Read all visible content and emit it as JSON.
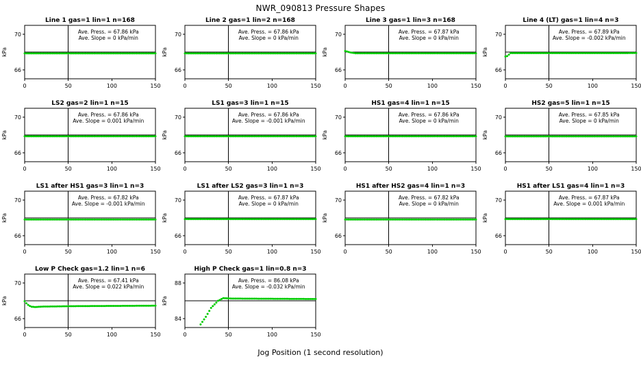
{
  "page": {
    "title": "NWR_090813  Pressure Shapes",
    "xlabel": "Jog Position (1 second resolution)"
  },
  "colors": {
    "data_points": "#00CC00",
    "axis": "#000000",
    "reference_lines": "#000000",
    "background": "#FFFFFF"
  },
  "chart_data": [
    {
      "type": "scatter",
      "title": "Line 1 gas=1 lin=1 n=168",
      "ave_press": "Ave. Press. = 67.86 kPa",
      "ave_slope": "Ave. Slope = 0  kPa/min",
      "ylabel": "kPa",
      "xlim": [
        0,
        150
      ],
      "ylim": [
        65,
        71
      ],
      "xticks": [
        0,
        50,
        100,
        150
      ],
      "yticks": [
        66,
        70
      ],
      "ref_hline": 68,
      "ref_vline": 50,
      "anchors": [
        [
          0,
          67.86
        ],
        [
          150,
          67.86
        ]
      ]
    },
    {
      "type": "scatter",
      "title": "Line 2 gas=1 lin=2 n=168",
      "ave_press": "Ave. Press. = 67.86 kPa",
      "ave_slope": "Ave. Slope = 0  kPa/min",
      "ylabel": "kPa",
      "xlim": [
        0,
        150
      ],
      "ylim": [
        65,
        71
      ],
      "xticks": [
        0,
        50,
        100,
        150
      ],
      "yticks": [
        66,
        70
      ],
      "ref_hline": 68,
      "ref_vline": 50,
      "anchors": [
        [
          0,
          67.86
        ],
        [
          150,
          67.86
        ]
      ]
    },
    {
      "type": "scatter",
      "title": "Line 3 gas=1 lin=3 n=168",
      "ave_press": "Ave. Press. = 67.87 kPa",
      "ave_slope": "Ave. Slope = 0  kPa/min",
      "ylabel": "kPa",
      "xlim": [
        0,
        150
      ],
      "ylim": [
        65,
        71
      ],
      "xticks": [
        0,
        50,
        100,
        150
      ],
      "yticks": [
        66,
        70
      ],
      "ref_hline": 68,
      "ref_vline": 50,
      "anchors": [
        [
          0,
          68.12
        ],
        [
          6,
          67.95
        ],
        [
          12,
          67.87
        ],
        [
          150,
          67.87
        ]
      ]
    },
    {
      "type": "scatter",
      "title": "Line 4 (LT) gas=1 lin=4 n=3",
      "ave_press": "Ave. Press. = 67.89 kPa",
      "ave_slope": "Ave. Slope = -0.002  kPa/min",
      "ylabel": "kPa",
      "xlim": [
        0,
        150
      ],
      "ylim": [
        65,
        71
      ],
      "xticks": [
        0,
        50,
        100,
        150
      ],
      "yticks": [
        66,
        70
      ],
      "ref_hline": 68,
      "ref_vline": 50,
      "anchors": [
        [
          0,
          67.5
        ],
        [
          2,
          67.55
        ],
        [
          6,
          67.88
        ],
        [
          150,
          67.89
        ]
      ]
    },
    {
      "type": "scatter",
      "title": "LS2 gas=2 lin=1 n=15",
      "ave_press": "Ave. Press. = 67.86 kPa",
      "ave_slope": "Ave. Slope = 0.001 kPa/min",
      "ylabel": "kPa",
      "xlim": [
        0,
        150
      ],
      "ylim": [
        65,
        71
      ],
      "xticks": [
        0,
        50,
        100,
        150
      ],
      "yticks": [
        66,
        70
      ],
      "ref_hline": 68,
      "ref_vline": 50,
      "anchors": [
        [
          0,
          67.86
        ],
        [
          150,
          67.86
        ]
      ]
    },
    {
      "type": "scatter",
      "title": "LS1 gas=3 lin=1 n=15",
      "ave_press": "Ave. Press. = 67.86 kPa",
      "ave_slope": "Ave. Slope = -0.001 kPa/min",
      "ylabel": "kPa",
      "xlim": [
        0,
        150
      ],
      "ylim": [
        65,
        71
      ],
      "xticks": [
        0,
        50,
        100,
        150
      ],
      "yticks": [
        66,
        70
      ],
      "ref_hline": 68,
      "ref_vline": 50,
      "anchors": [
        [
          0,
          67.86
        ],
        [
          150,
          67.86
        ]
      ]
    },
    {
      "type": "scatter",
      "title": "HS1 gas=4 lin=1 n=15",
      "ave_press": "Ave. Press. = 67.86 kPa",
      "ave_slope": "Ave. Slope = 0  kPa/min",
      "ylabel": "kPa",
      "xlim": [
        0,
        150
      ],
      "ylim": [
        65,
        71
      ],
      "xticks": [
        0,
        50,
        100,
        150
      ],
      "yticks": [
        66,
        70
      ],
      "ref_hline": 68,
      "ref_vline": 50,
      "anchors": [
        [
          0,
          67.86
        ],
        [
          150,
          67.86
        ]
      ]
    },
    {
      "type": "scatter",
      "title": "HS2 gas=5 lin=1 n=15",
      "ave_press": "Ave. Press. = 67.85 kPa",
      "ave_slope": "Ave. Slope = 0  kPa/min",
      "ylabel": "kPa",
      "xlim": [
        0,
        150
      ],
      "ylim": [
        65,
        71
      ],
      "xticks": [
        0,
        50,
        100,
        150
      ],
      "yticks": [
        66,
        70
      ],
      "ref_hline": 68,
      "ref_vline": 50,
      "anchors": [
        [
          0,
          67.85
        ],
        [
          150,
          67.85
        ]
      ]
    },
    {
      "type": "scatter",
      "title": "LS1 after HS1 gas=3 lin=1 n=3",
      "ave_press": "Ave. Press. = 67.82 kPa",
      "ave_slope": "Ave. Slope = -0.001 kPa/min",
      "ylabel": "kPa",
      "xlim": [
        0,
        150
      ],
      "ylim": [
        65,
        71
      ],
      "xticks": [
        0,
        50,
        100,
        150
      ],
      "yticks": [
        66,
        70
      ],
      "ref_hline": 68,
      "ref_vline": 50,
      "anchors": [
        [
          0,
          67.82
        ],
        [
          150,
          67.82
        ]
      ]
    },
    {
      "type": "scatter",
      "title": "LS1 after LS2 gas=3 lin=1 n=3",
      "ave_press": "Ave. Press. = 67.87 kPa",
      "ave_slope": "Ave. Slope = 0  kPa/min",
      "ylabel": "kPa",
      "xlim": [
        0,
        150
      ],
      "ylim": [
        65,
        71
      ],
      "xticks": [
        0,
        50,
        100,
        150
      ],
      "yticks": [
        66,
        70
      ],
      "ref_hline": 68,
      "ref_vline": 50,
      "anchors": [
        [
          0,
          67.87
        ],
        [
          150,
          67.87
        ]
      ]
    },
    {
      "type": "scatter",
      "title": "HS1 after HS2 gas=4 lin=1 n=3",
      "ave_press": "Ave. Press. = 67.82 kPa",
      "ave_slope": "Ave. Slope = 0  kPa/min",
      "ylabel": "kPa",
      "xlim": [
        0,
        150
      ],
      "ylim": [
        65,
        71
      ],
      "xticks": [
        0,
        50,
        100,
        150
      ],
      "yticks": [
        66,
        70
      ],
      "ref_hline": 68,
      "ref_vline": 50,
      "anchors": [
        [
          0,
          67.82
        ],
        [
          150,
          67.82
        ]
      ]
    },
    {
      "type": "scatter",
      "title": "HS1 after LS1 gas=4 lin=1 n=3",
      "ave_press": "Ave. Press. = 67.87 kPa",
      "ave_slope": "Ave. Slope = 0.001 kPa/min",
      "ylabel": "kPa",
      "xlim": [
        0,
        150
      ],
      "ylim": [
        65,
        71
      ],
      "xticks": [
        0,
        50,
        100,
        150
      ],
      "yticks": [
        66,
        70
      ],
      "ref_hline": 68,
      "ref_vline": 50,
      "anchors": [
        [
          0,
          67.87
        ],
        [
          150,
          67.87
        ]
      ]
    },
    {
      "type": "scatter",
      "title": "Low P Check gas=1.2 lin=1 n=6",
      "ave_press": "Ave. Press. = 67.41 kPa",
      "ave_slope": "Ave. Slope = 0.022 kPa/min",
      "ylabel": "kPa",
      "xlim": [
        0,
        150
      ],
      "ylim": [
        65,
        71
      ],
      "xticks": [
        0,
        50,
        100,
        150
      ],
      "yticks": [
        66,
        70
      ],
      "ref_hline": 68,
      "ref_vline": 50,
      "anchors": [
        [
          0,
          67.95
        ],
        [
          3,
          67.6
        ],
        [
          7,
          67.35
        ],
        [
          12,
          67.3
        ],
        [
          20,
          67.35
        ],
        [
          60,
          67.4
        ],
        [
          150,
          67.45
        ]
      ]
    },
    {
      "type": "scatter",
      "title": "High P Check gas=1 lin=0.8 n=3",
      "ave_press": "Ave. Press. = 86.08 kPa",
      "ave_slope": "Ave. Slope = -0.032  kPa/min",
      "ylabel": "kPa",
      "xlim": [
        0,
        150
      ],
      "ylim": [
        83,
        89
      ],
      "xticks": [
        0,
        50,
        100,
        150
      ],
      "yticks": [
        84,
        88
      ],
      "ref_hline": 86,
      "ref_vline": 50,
      "anchors": [
        [
          18,
          83.35
        ],
        [
          24,
          84.2
        ],
        [
          30,
          85.2
        ],
        [
          38,
          86.0
        ],
        [
          44,
          86.3
        ],
        [
          55,
          86.25
        ],
        [
          150,
          86.2
        ]
      ]
    }
  ]
}
